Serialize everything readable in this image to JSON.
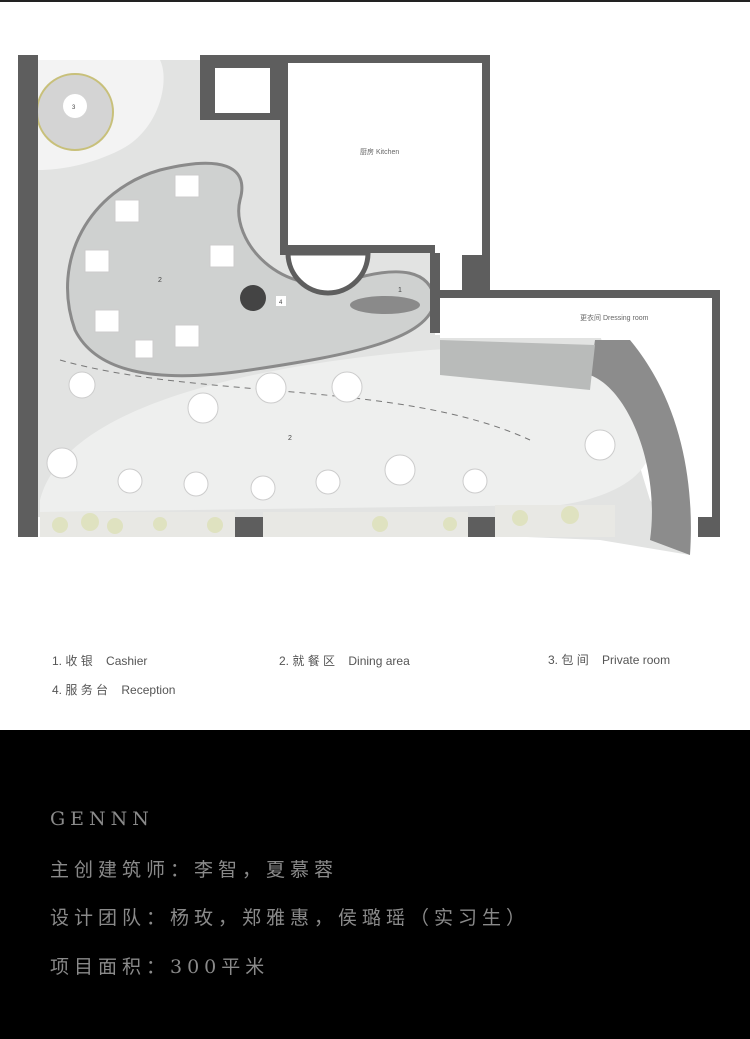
{
  "plan": {
    "kitchen_label": "厨房  Kitchen",
    "dressing_label": "更衣间  Dressing room",
    "markers": [
      "1",
      "2",
      "2",
      "3",
      "4"
    ]
  },
  "legend": [
    {
      "num": "1.",
      "cn": "收 银",
      "en": "Cashier"
    },
    {
      "num": "2.",
      "cn": "就 餐 区",
      "en": "Dining area"
    },
    {
      "num": "3.",
      "cn": "包 间",
      "en": "Private room"
    },
    {
      "num": "4.",
      "cn": "服 务 台",
      "en": "Reception"
    }
  ],
  "credits": {
    "brand": "GENNN",
    "architects": "主创建筑师：李智，夏慕蓉",
    "team": "设计团队：杨玫，郑雅惠，侯璐瑶（实习生）",
    "area": "项目面积：300平米"
  },
  "colors": {
    "wall": "#5e5e5e",
    "floor": "#d9dbda",
    "dark_bg": "#000000",
    "credit_text": "#8a8a8a"
  }
}
